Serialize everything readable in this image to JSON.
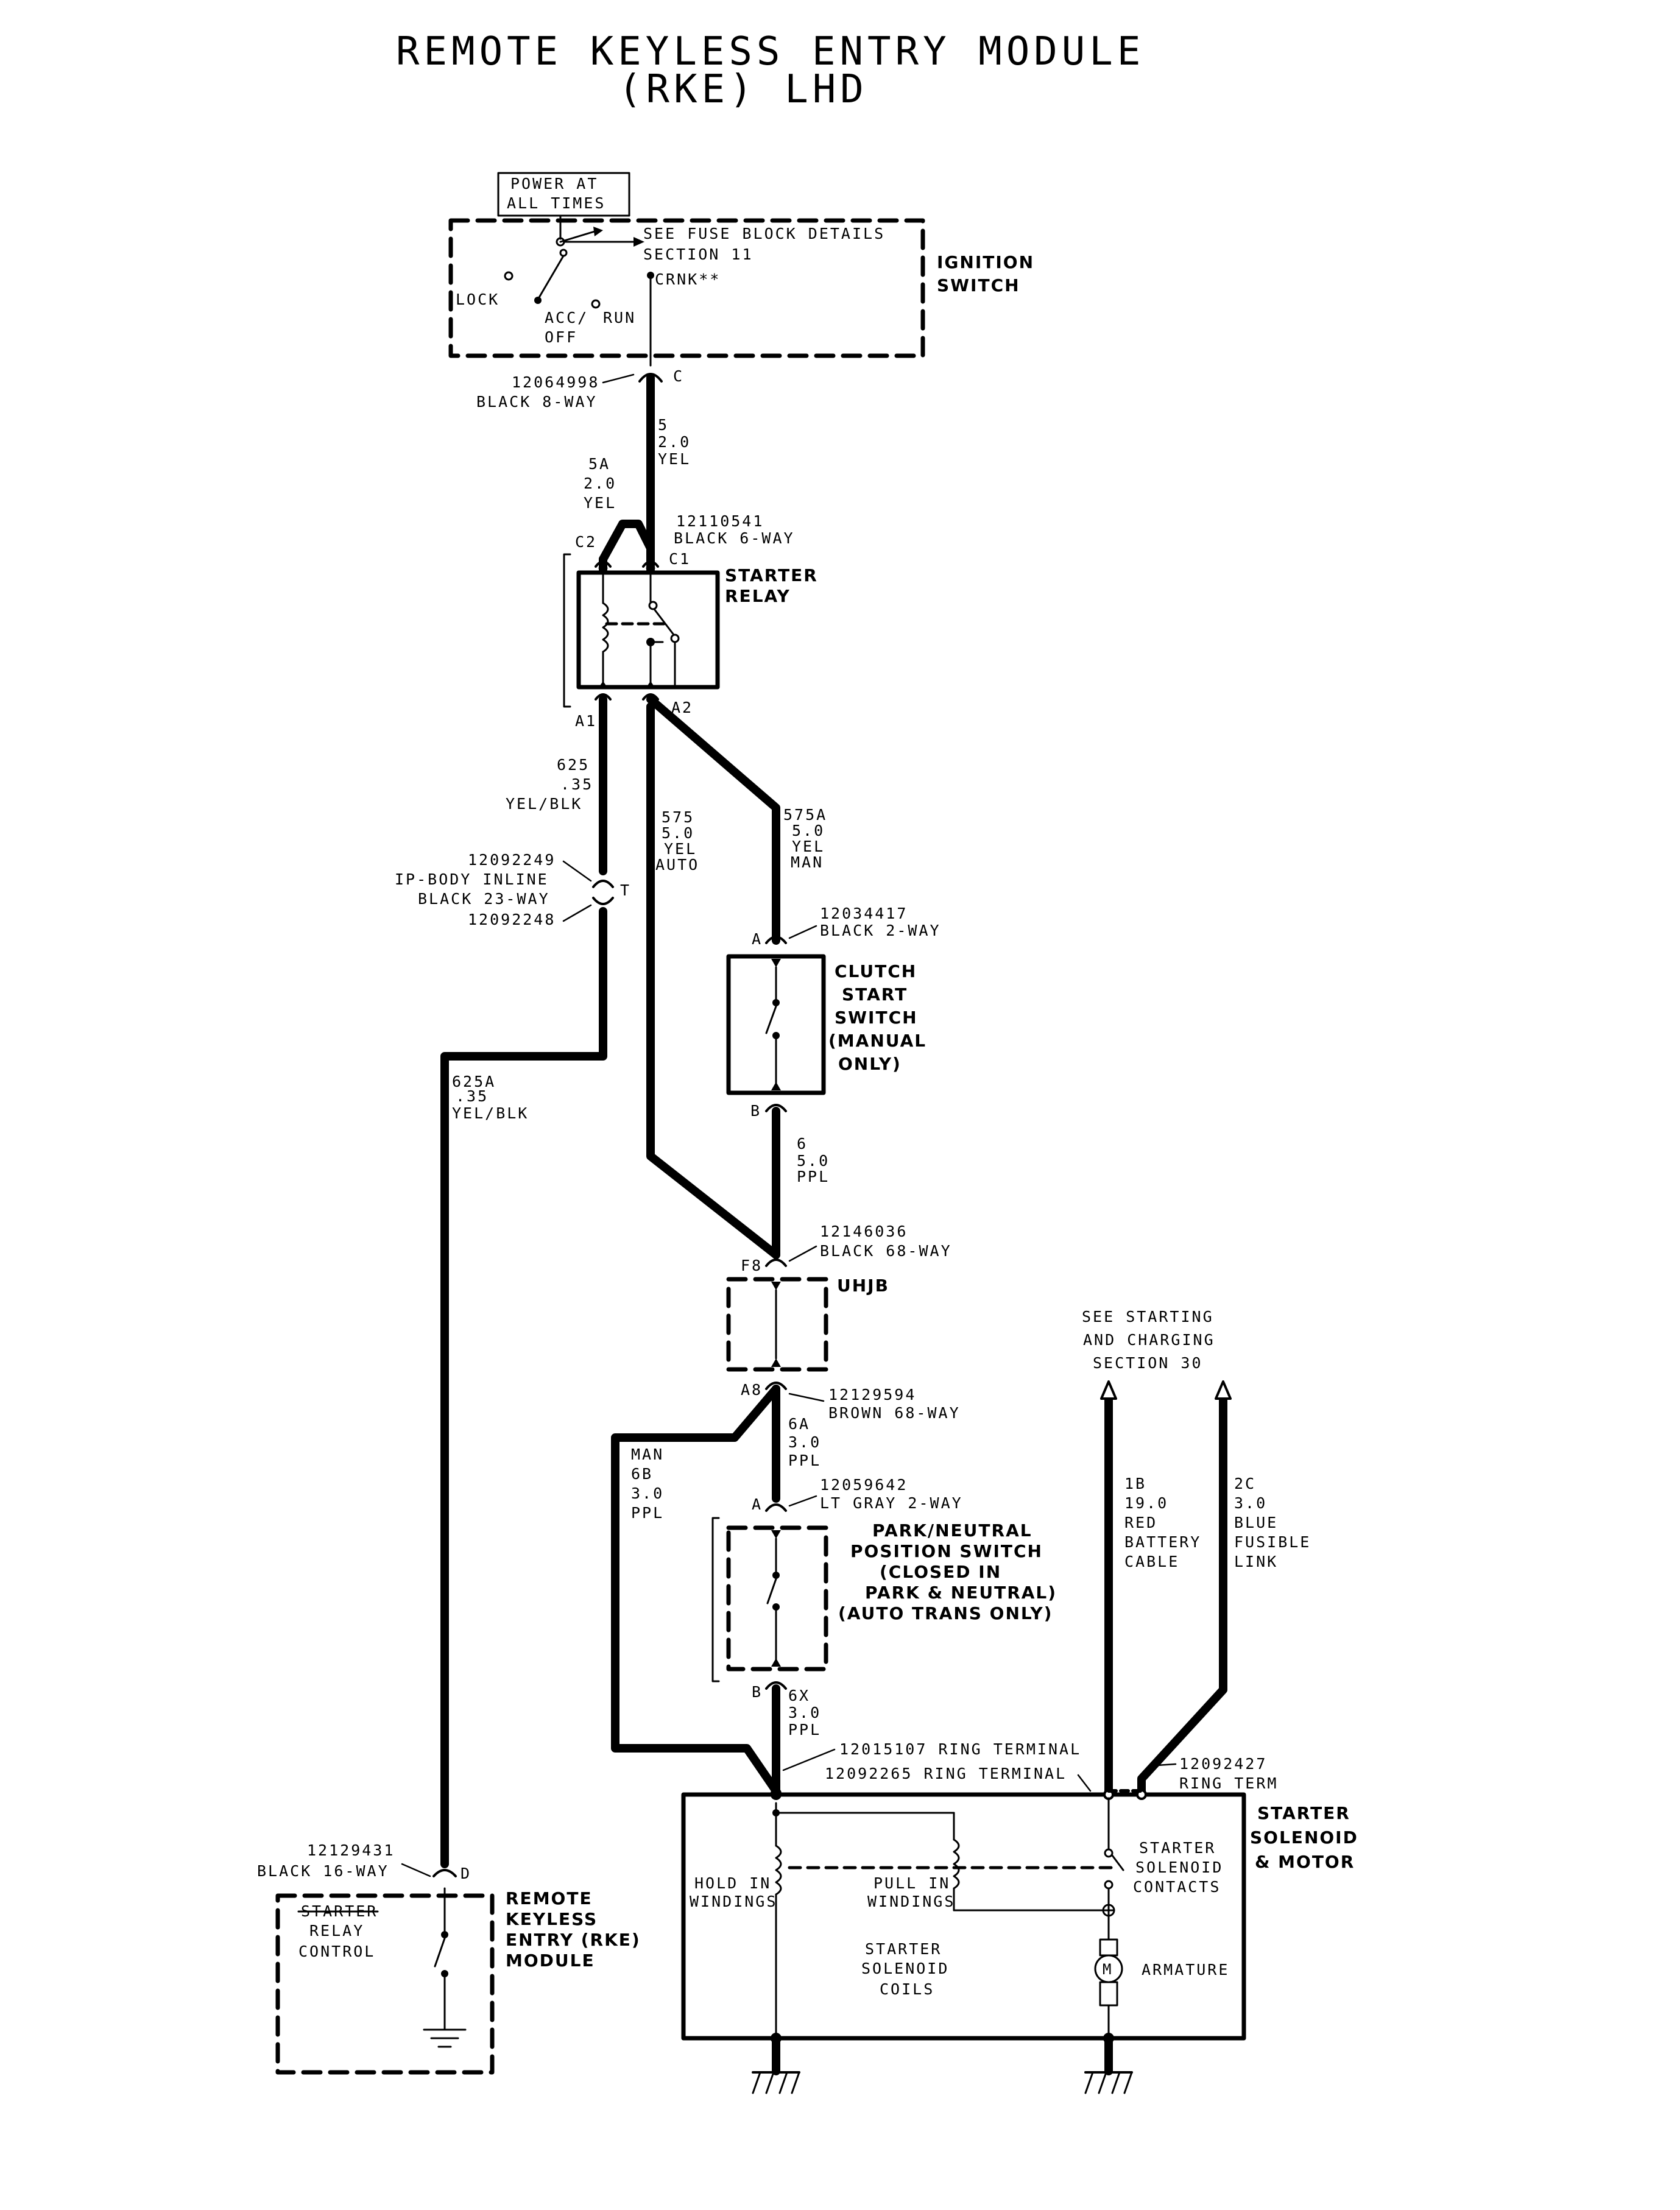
{
  "title": {
    "line1": "REMOTE KEYLESS ENTRY MODULE",
    "line2": "(RKE) LHD"
  },
  "ignition_switch": {
    "name_line1": "IGNITION",
    "name_line2": "SWITCH",
    "power_line1": "POWER AT",
    "power_line2": "ALL TIMES",
    "fuse_note_line1": "SEE FUSE BLOCK DETAILS",
    "fuse_note_line2": "SECTION 11",
    "lock": "LOCK",
    "acc": "ACC/",
    "off": "OFF",
    "run": "RUN",
    "crnk": "CRNK**"
  },
  "connectors": {
    "c_ign_part": "12064998",
    "c_ign_desc": "BLACK 8-WAY",
    "c_ign_pin": "C",
    "relay_c1_part": "12110541",
    "relay_c1_desc": "BLACK 6-WAY",
    "relay_c1_pin": "C1",
    "relay_c2_pin": "C2",
    "relay_a1_pin": "A1",
    "relay_a2_pin": "A2",
    "ip_part_top": "12092249",
    "ip_desc_line1": "IP-BODY INLINE",
    "ip_desc_line2": "BLACK 23-WAY",
    "ip_part_bottom": "12092248",
    "ip_pin": "T",
    "clutch_part": "12034417",
    "clutch_desc": "BLACK 2-WAY",
    "clutch_pin_a": "A",
    "clutch_pin_b": "B",
    "uhjb_f8_part": "12146036",
    "uhjb_f8_desc": "BLACK 68-WAY",
    "uhjb_f8_pin": "F8",
    "uhjb_a8_part": "12129594",
    "uhjb_a8_desc": "BROWN 68-WAY",
    "uhjb_a8_pin": "A8",
    "pnp_part": "12059642",
    "pnp_desc": "LT GRAY 2-WAY",
    "pnp_pin_a": "A",
    "pnp_pin_b": "B",
    "ring1": "12015107 RING TERMINAL",
    "ring2": "12092265 RING TERMINAL",
    "ring3_part": "12092427",
    "ring3_desc": "RING TERM",
    "rke_part": "12129431",
    "rke_desc": "BLACK 16-WAY",
    "rke_pin": "D"
  },
  "wires": {
    "w5": [
      "5",
      "2.0",
      "YEL"
    ],
    "w5a": [
      "5A",
      "2.0",
      "YEL"
    ],
    "w625": [
      "625",
      ".35",
      "YEL/BLK"
    ],
    "w625a": [
      "625A",
      ".35",
      "YEL/BLK"
    ],
    "w575": [
      "575",
      "5.0",
      "YEL",
      "AUTO"
    ],
    "w575a": [
      "575A",
      "5.0",
      "YEL",
      "MAN"
    ],
    "w6": [
      "6",
      "5.0",
      "PPL"
    ],
    "w6a": [
      "6A",
      "3.0",
      "PPL"
    ],
    "w6b": [
      "MAN",
      "6B",
      "3.0",
      "PPL"
    ],
    "w6x": [
      "6X",
      "3.0",
      "PPL"
    ],
    "w1b": [
      "1B",
      "19.0",
      "RED",
      "BATTERY",
      "CABLE"
    ],
    "w2c": [
      "2C",
      "3.0",
      "BLUE",
      "FUSIBLE",
      "LINK"
    ]
  },
  "components": {
    "starter_relay": [
      "STARTER",
      "RELAY"
    ],
    "clutch": [
      "CLUTCH",
      "START",
      "SWITCH",
      "(MANUAL",
      "ONLY)"
    ],
    "uhjb": "UHJB",
    "pnp": [
      "PARK/NEUTRAL",
      "POSITION SWITCH",
      "(CLOSED IN",
      "PARK & NEUTRAL)",
      "(AUTO TRANS ONLY)"
    ],
    "see_starting": [
      "SEE STARTING",
      "AND CHARGING",
      "SECTION 30"
    ],
    "starter_motor": [
      "STARTER",
      "SOLENOID",
      "& MOTOR"
    ],
    "hold_in": [
      "HOLD IN",
      "WINDINGS"
    ],
    "pull_in": [
      "PULL IN",
      "WINDINGS"
    ],
    "solenoid_contacts": [
      "STARTER",
      "SOLENOID",
      "CONTACTS"
    ],
    "solenoid_coils": [
      "STARTER",
      "SOLENOID",
      "COILS"
    ],
    "armature": "ARMATURE",
    "motor_symbol": "M",
    "rke_module": [
      "REMOTE",
      "KEYLESS",
      "ENTRY (RKE)",
      "MODULE"
    ],
    "rke_internal": [
      "STARTER",
      "RELAY",
      "CONTROL"
    ]
  }
}
